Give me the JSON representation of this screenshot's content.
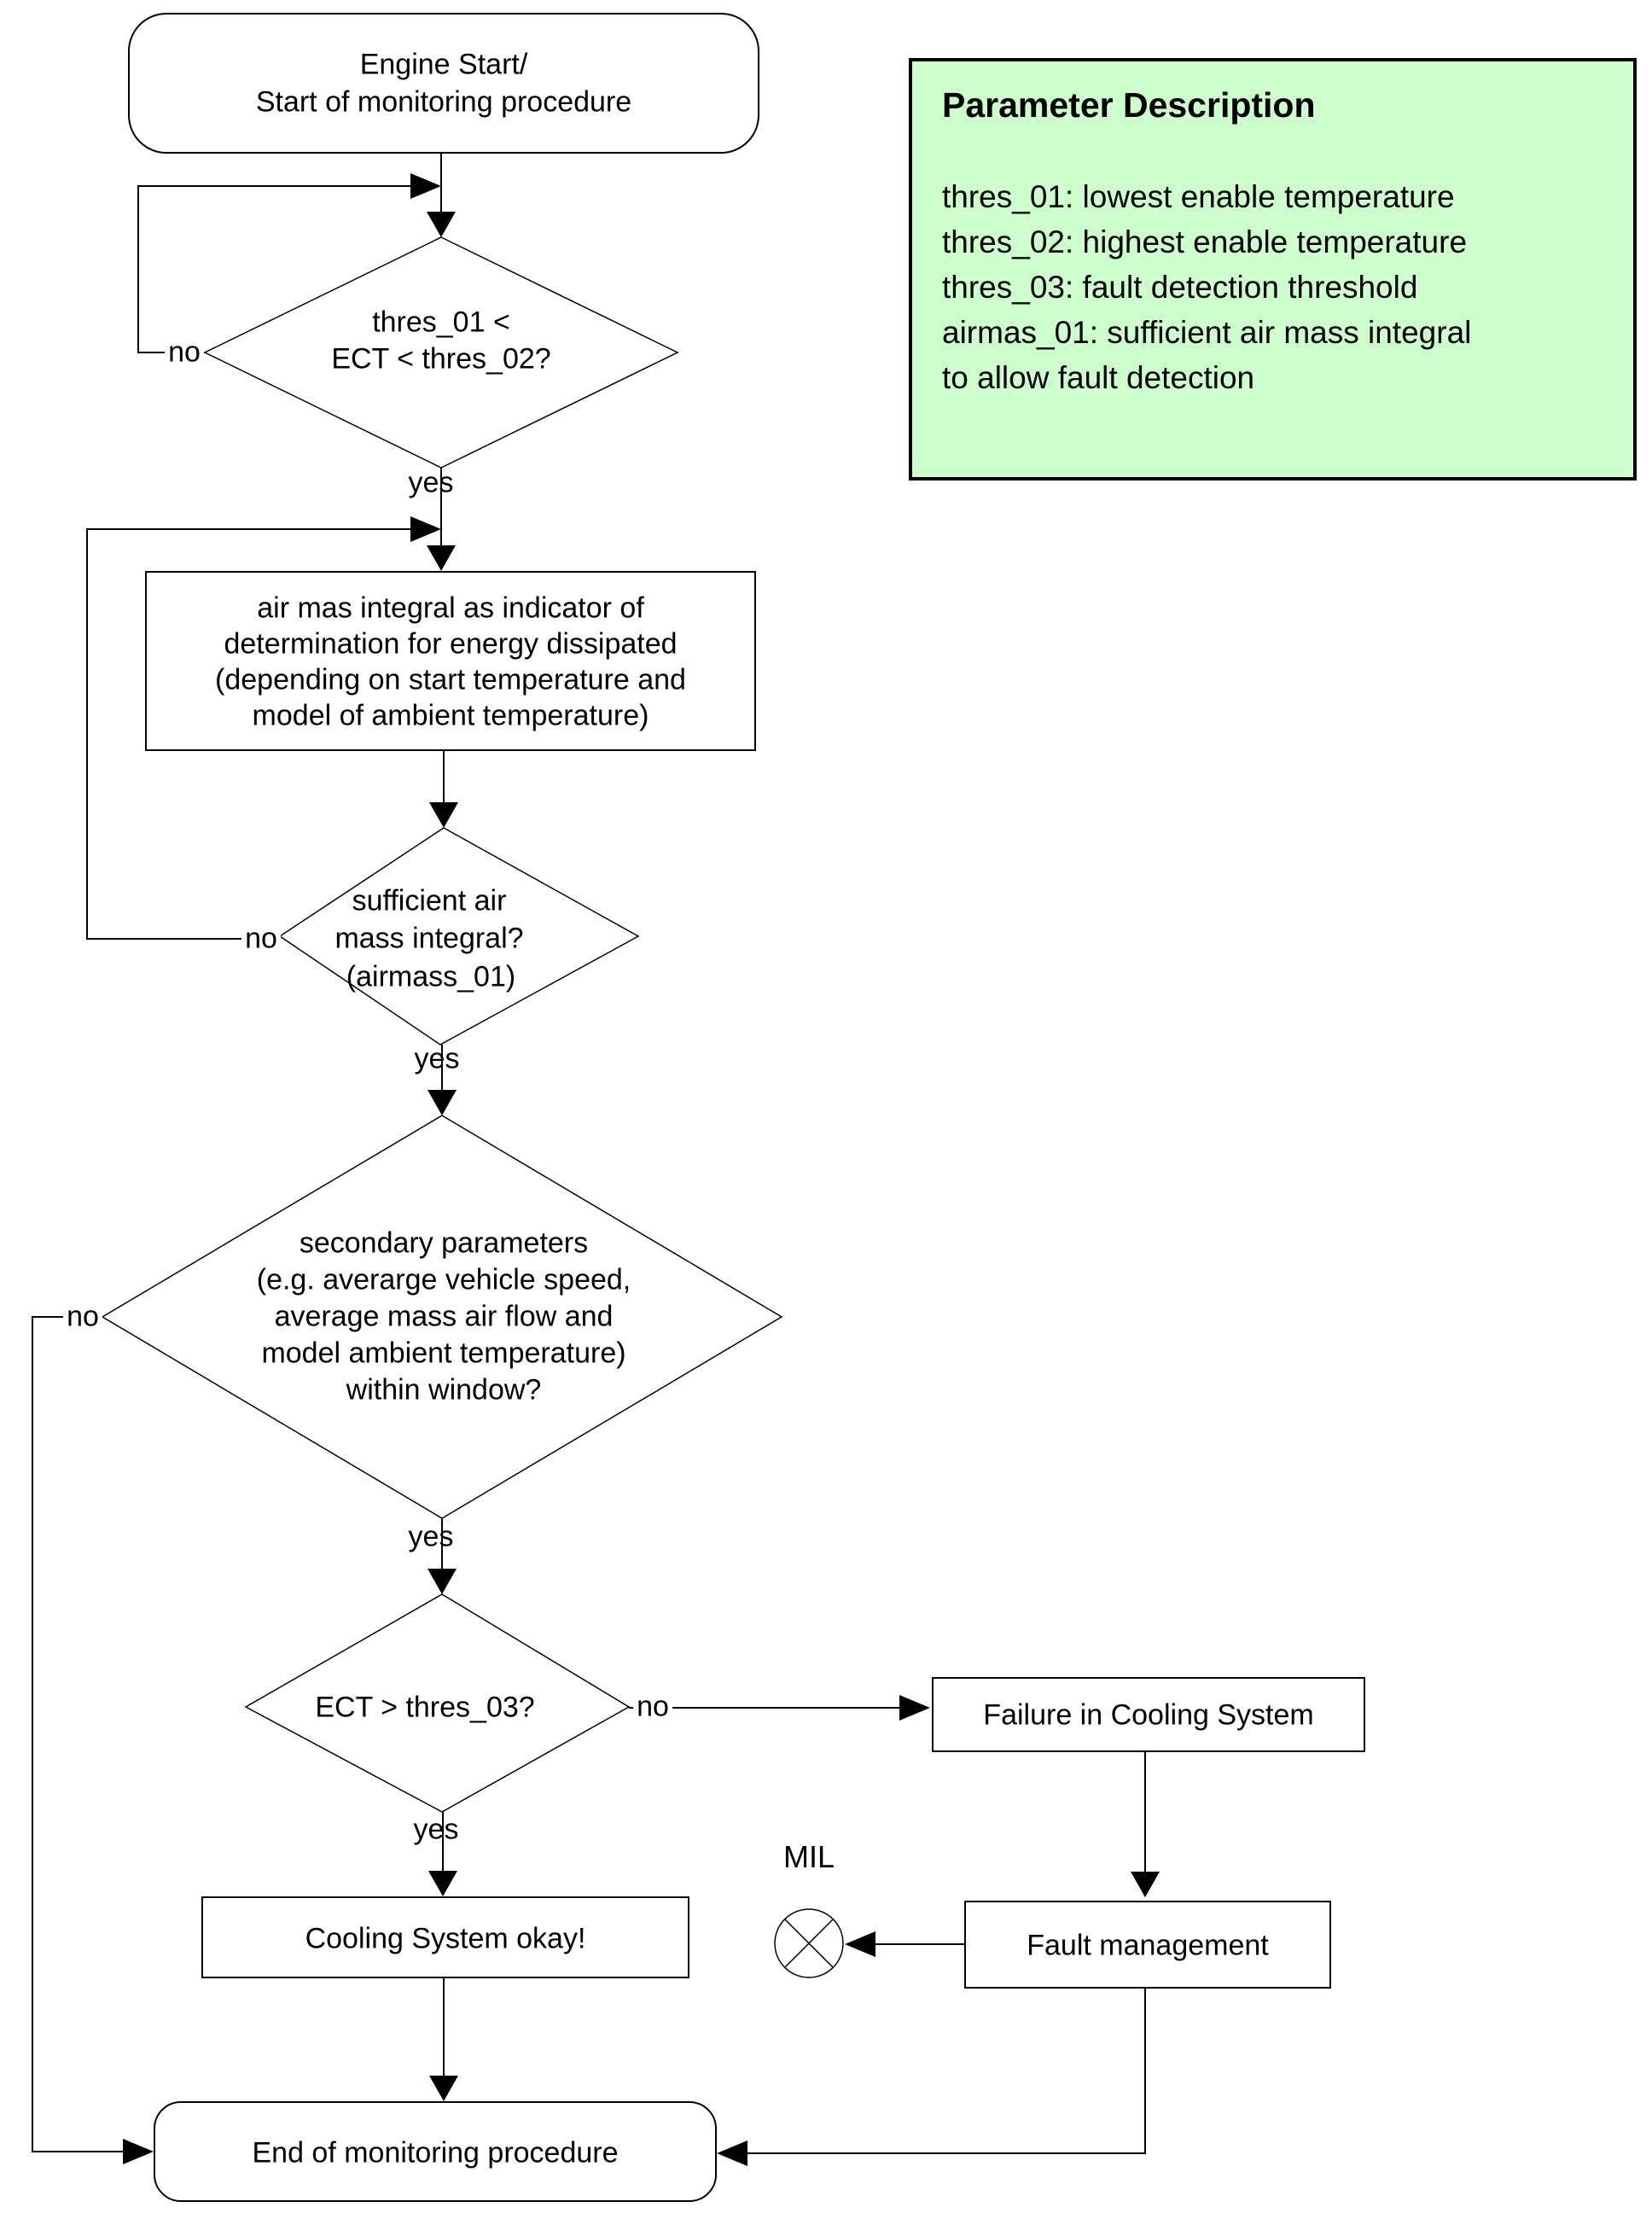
{
  "diagram": {
    "start": {
      "line1": "Engine Start/",
      "line2": "Start of monitoring procedure"
    },
    "decision1": {
      "line1": "thres_01 <",
      "line2": "ECT < thres_02?",
      "no": "no",
      "yes": "yes"
    },
    "process1": {
      "line1": "air mas integral as indicator of",
      "line2": "determination for energy dissipated",
      "line3": "(depending on start temperature and",
      "line4": "model of ambient temperature)"
    },
    "decision2": {
      "line1": "sufficient air",
      "line2": "mass integral?",
      "line3": "(airmass_01)",
      "no": "no",
      "yes": "yes"
    },
    "decision3": {
      "line1": "secondary parameters",
      "line2": "(e.g. averarge vehicle speed,",
      "line3": "average mass air flow and",
      "line4": "model ambient temperature)",
      "line5": "within window?",
      "no": "no",
      "yes": "yes"
    },
    "decision4": {
      "label": "ECT > thres_03?",
      "no": "no",
      "yes": "yes"
    },
    "failure_box": {
      "label": "Failure in Cooling System"
    },
    "fault_box": {
      "label": "Fault management"
    },
    "mil_label": "MIL",
    "ok_box": {
      "label": "Cooling System okay!"
    },
    "end_box": {
      "label": "End of monitoring procedure"
    }
  },
  "legend": {
    "title": "Parameter Description",
    "lines": [
      "thres_01: lowest enable temperature",
      "thres_02: highest enable temperature",
      "thres_03: fault detection threshold",
      "airmas_01: sufficient air mass integral",
      "to allow fault detection"
    ],
    "bg_color": "#ccffcc",
    "border_color": "#000000"
  }
}
